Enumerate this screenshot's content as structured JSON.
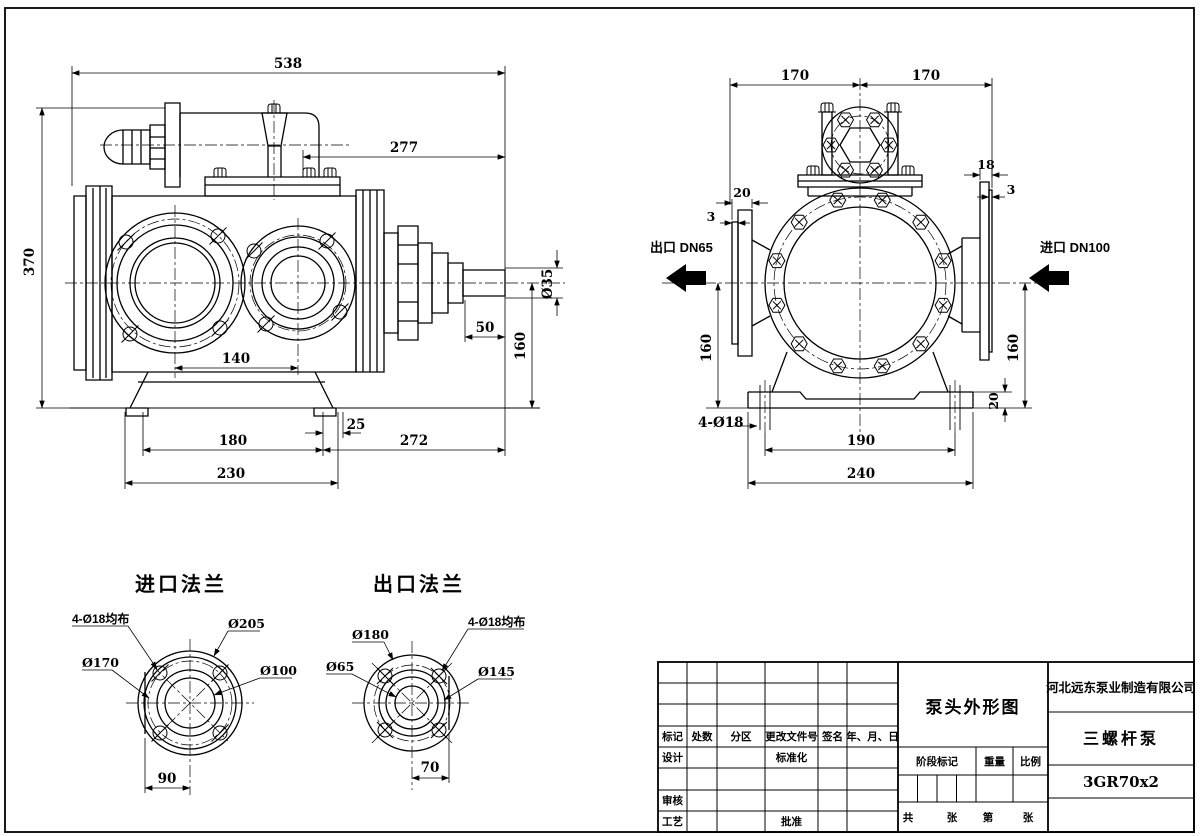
{
  "drawing": {
    "side_view": {
      "dims": {
        "overall_length": "538",
        "upper_length": "277",
        "overall_height": "370",
        "port_center_distance": "140",
        "foot_span": "180",
        "base_width": "230",
        "right_offset": "25",
        "rear_length": "272",
        "shaft_extension": "50",
        "shaft_center_height": "160",
        "shaft_diameter": "Ø35"
      }
    },
    "front_view": {
      "dims": {
        "left_half_width": "170",
        "right_half_width": "170",
        "outlet_flange_thickness": "20",
        "outlet_face_height": "3",
        "inlet_flange_thickness": "18",
        "inlet_face_height": "3",
        "outlet_center_height": "160",
        "inlet_center_height": "160",
        "base_thickness": "20",
        "foot_hole_note": "4-Ø18",
        "foot_hole_span": "190",
        "base_width": "240"
      },
      "ports": {
        "outlet_label": "出口 DN65",
        "inlet_label": "进口 DN100"
      }
    },
    "inlet_flange_detail": {
      "title": "进口法兰",
      "bolt_note": "4-Ø18均布",
      "outer_diameter": "Ø205",
      "bolt_circle": "Ø170",
      "bore": "Ø100",
      "edge_to_center": "90"
    },
    "outlet_flange_detail": {
      "title": "出口法兰",
      "outer_diameter": "Ø180",
      "bolt_note": "4-Ø18均布",
      "bore": "Ø65",
      "bolt_circle": "Ø145",
      "edge_to_center": "70"
    }
  },
  "title_block": {
    "drawing_title": "泵头外形图",
    "company": "河北远东泵业制造有限公司",
    "product_name": "三螺杆泵",
    "model": "3GR70x2",
    "revision_headers": {
      "mark": "标记",
      "count": "处数",
      "zone": "分区",
      "change_doc_no": "更改文件号",
      "signature": "签名",
      "date": "年、月、日"
    },
    "roles": {
      "design": "设计",
      "standardization": "标准化",
      "review": "审核",
      "process": "工艺",
      "approve": "批准"
    },
    "stage": {
      "stage_mark": "阶段标记",
      "weight": "重量",
      "scale": "比例"
    },
    "sheet": {
      "total_label": "共",
      "total_unit": "张",
      "no_label": "第",
      "no_unit": "张"
    }
  }
}
